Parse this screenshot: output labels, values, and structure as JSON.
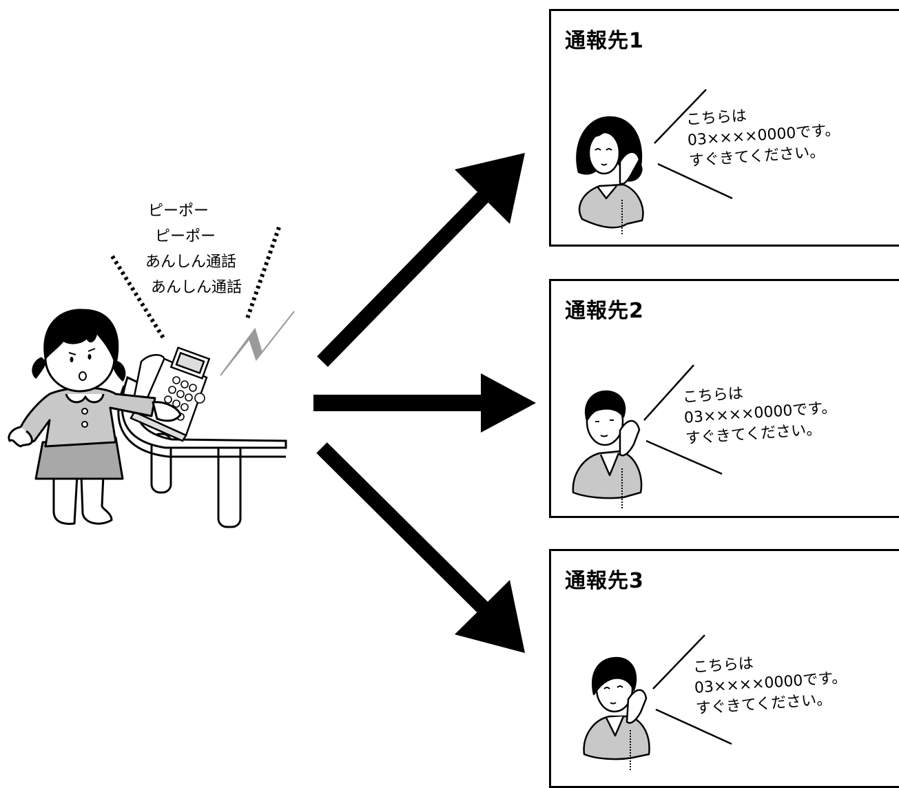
{
  "sound_effect": {
    "lines": [
      "ピーポー",
      "ピーポー",
      "あんしん通話",
      "あんしん通話"
    ]
  },
  "recipients": [
    {
      "title": "通報先1",
      "message": [
        "こちらは",
        "03××××0000です。",
        "すぐきてください。"
      ],
      "person": "woman-long-hair"
    },
    {
      "title": "通報先2",
      "message": [
        "こちらは",
        "03××××0000です。",
        "すぐきてください。"
      ],
      "person": "man"
    },
    {
      "title": "通報先3",
      "message": [
        "こちらは",
        "03××××0000です。",
        "すぐきてください。"
      ],
      "person": "woman-short-hair"
    }
  ],
  "colors": {
    "line": "#000000",
    "fill_gray": "#c8c8c8",
    "skirt_gray": "#a8a8a8",
    "bolt_gray": "#9a9a9a"
  }
}
